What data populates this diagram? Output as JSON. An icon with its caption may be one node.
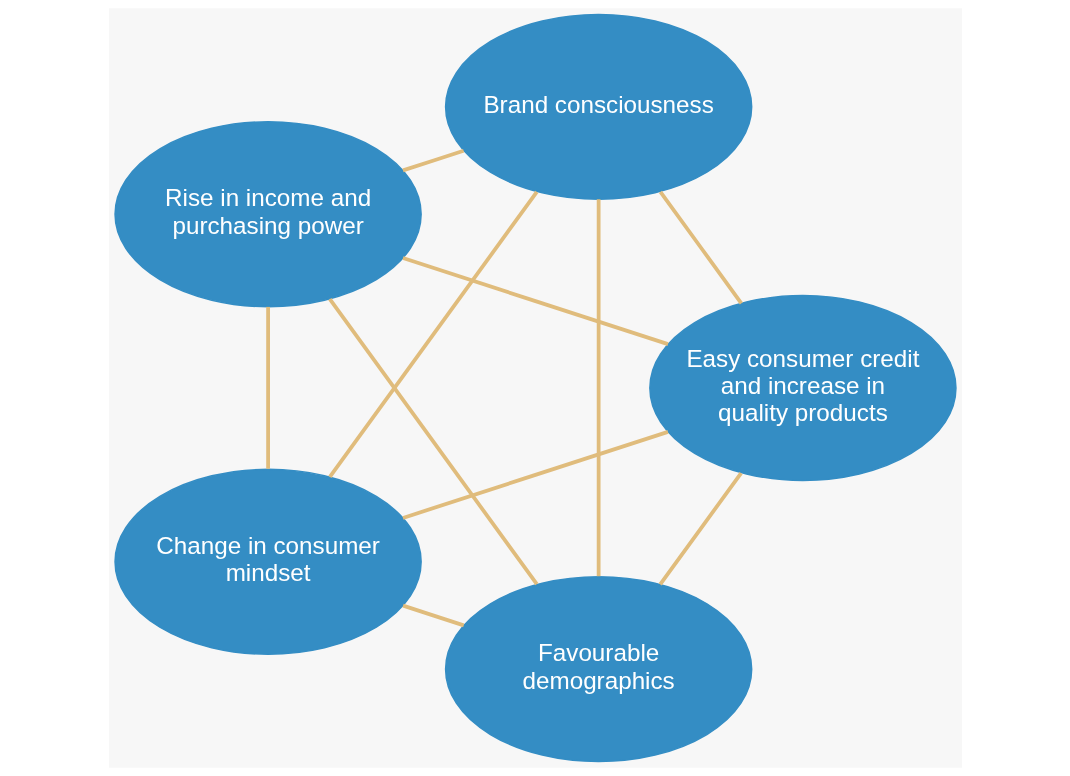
{
  "diagram": {
    "nodes": [
      {
        "text": [
          "Favourable demographics"
        ]
      },
      {
        "text": [
          "Easy consumer credit and increase in quality products"
        ]
      },
      {
        "text": [
          "Rise in income and purchasing power"
        ]
      },
      {
        "text": [
          "Brand consciousness"
        ]
      },
      {
        "text": [
          "Change in consumer mindset"
        ]
      }
    ],
    "edges": [
      {
        "from": 0,
        "to": 1,
        "arrow": "none"
      },
      {
        "from": 0,
        "to": 2,
        "arrow": "none"
      },
      {
        "from": 0,
        "to": 3,
        "arrow": "none"
      },
      {
        "from": 0,
        "to": 4,
        "arrow": "none"
      },
      {
        "from": 1,
        "to": 2,
        "arrow": "none"
      },
      {
        "from": 1,
        "to": 3,
        "arrow": "none"
      },
      {
        "from": 1,
        "to": 4,
        "arrow": "none"
      },
      {
        "from": 2,
        "to": 3,
        "arrow": "none"
      },
      {
        "from": 2,
        "to": 4,
        "arrow": "none"
      },
      {
        "from": 3,
        "to": 4,
        "arrow": "none"
      }
    ]
  }
}
